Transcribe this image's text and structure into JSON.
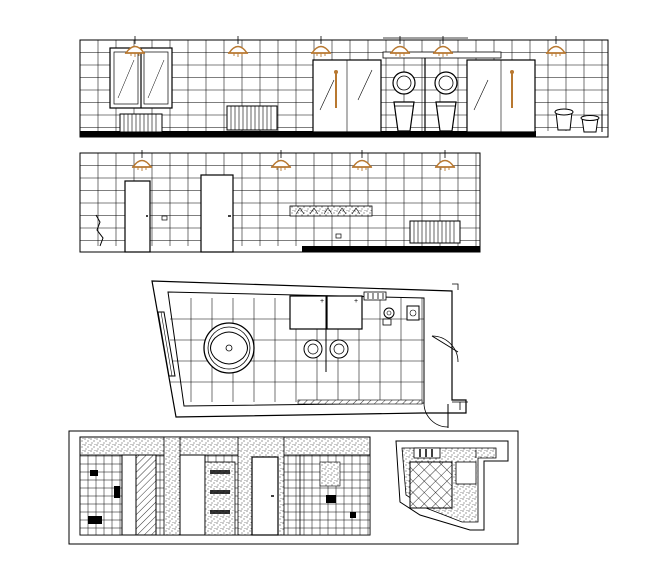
{
  "drawing": {
    "kind": "bathroom interior CAD sheet",
    "views": [
      {
        "id": "elevation-1",
        "label": ""
      },
      {
        "id": "elevation-2",
        "label": ""
      },
      {
        "id": "floor-plan",
        "label": ""
      },
      {
        "id": "section-detail",
        "label": ""
      },
      {
        "id": "key-plan",
        "label": ""
      }
    ]
  },
  "colors": {
    "line": "#000000",
    "lamp": "#b87830",
    "grab_bar": "#b87830",
    "paper": "#ffffff"
  },
  "icons": [
    "pendant-lamp-icon",
    "window-icon",
    "radiator-icon",
    "shower-glass-icon",
    "washbasin-icon",
    "mirror-icon",
    "toilet-icon",
    "bidet-icon",
    "door-icon",
    "bathtub-icon",
    "tile-grid-icon"
  ]
}
